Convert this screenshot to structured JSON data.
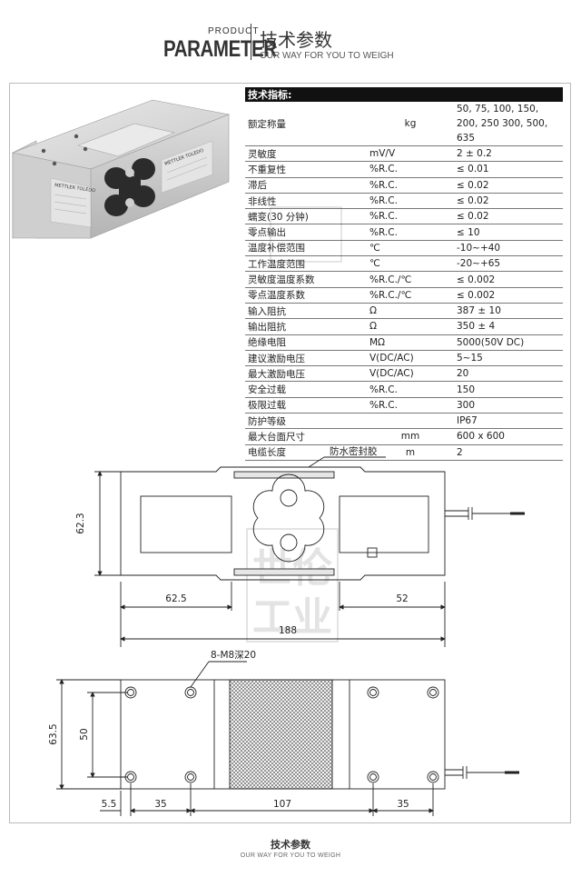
{
  "header": {
    "product": "PRODUCT",
    "parameter": "PARAMETER",
    "title_cn": "技术参数",
    "subtitle_en": "OUR WAY FOR YOU TO WEIGH"
  },
  "product_image": {
    "brand_label": "METTLER TOLEDO",
    "icon": "load-cell-photo"
  },
  "spec_table": {
    "title": "技术指标:",
    "rows": [
      {
        "name": "额定称量",
        "unit": "kg",
        "value": "50, 75, 100, 150, 200, 250 300, 500, 635"
      },
      {
        "name": "灵敏度",
        "unit": "mV/V",
        "value": "2 ± 0.2"
      },
      {
        "name": "不重复性",
        "unit": "%R.C.",
        "value": "≤ 0.01"
      },
      {
        "name": "滞后",
        "unit": "%R.C.",
        "value": "≤ 0.02"
      },
      {
        "name": "非线性",
        "unit": "%R.C.",
        "value": "≤ 0.02"
      },
      {
        "name": "蠕变(30 分钟)",
        "unit": "%R.C.",
        "value": "≤ 0.02"
      },
      {
        "name": "零点输出",
        "unit": "%R.C.",
        "value": "≤ 10"
      },
      {
        "name": "温度补偿范围",
        "unit": "℃",
        "value": "-10~+40"
      },
      {
        "name": "工作温度范围",
        "unit": "℃",
        "value": "-20~+65"
      },
      {
        "name": "灵敏度温度系数",
        "unit": "%R.C./℃",
        "value": "≤ 0.002"
      },
      {
        "name": "零点温度系数",
        "unit": "%R.C./℃",
        "value": "≤ 0.002"
      },
      {
        "name": "输入阻抗",
        "unit": "Ω",
        "value": "387 ± 10"
      },
      {
        "name": "输出阻抗",
        "unit": "Ω",
        "value": "350 ± 4"
      },
      {
        "name": "绝缘电阻",
        "unit": "MΩ",
        "value": "5000(50V DC)"
      },
      {
        "name": "建议激励电压",
        "unit": "V(DC/AC)",
        "value": "5~15"
      },
      {
        "name": "最大激励电压",
        "unit": "V(DC/AC)",
        "value": "20"
      },
      {
        "name": "安全过载",
        "unit": "%R.C.",
        "value": "150"
      },
      {
        "name": "极限过载",
        "unit": "%R.C.",
        "value": "300"
      },
      {
        "name": "防护等级",
        "unit": "",
        "value": "IP67"
      },
      {
        "name": "最大台面尺寸",
        "unit": "mm",
        "value": "600 x 600"
      },
      {
        "name": "电缆长度",
        "unit": "m",
        "value": "2"
      }
    ]
  },
  "drawing": {
    "seal_note": "防水密封胶",
    "hole_note": "8-M8深20",
    "watermark_line1": "世伦",
    "watermark_line2": "工业",
    "side_view": {
      "height": "62.3",
      "left_pocket": "62.5",
      "right_pocket": "52",
      "length": "188"
    },
    "top_view": {
      "width_outer": "63.5",
      "width_inner": "50",
      "edge": "5.5",
      "hole_left": "35",
      "middle": "107",
      "hole_right": "35"
    }
  },
  "footer": {
    "title_cn": "技术参数",
    "subtitle_en": "OUR WAY FOR YOU TO WEIGH"
  }
}
